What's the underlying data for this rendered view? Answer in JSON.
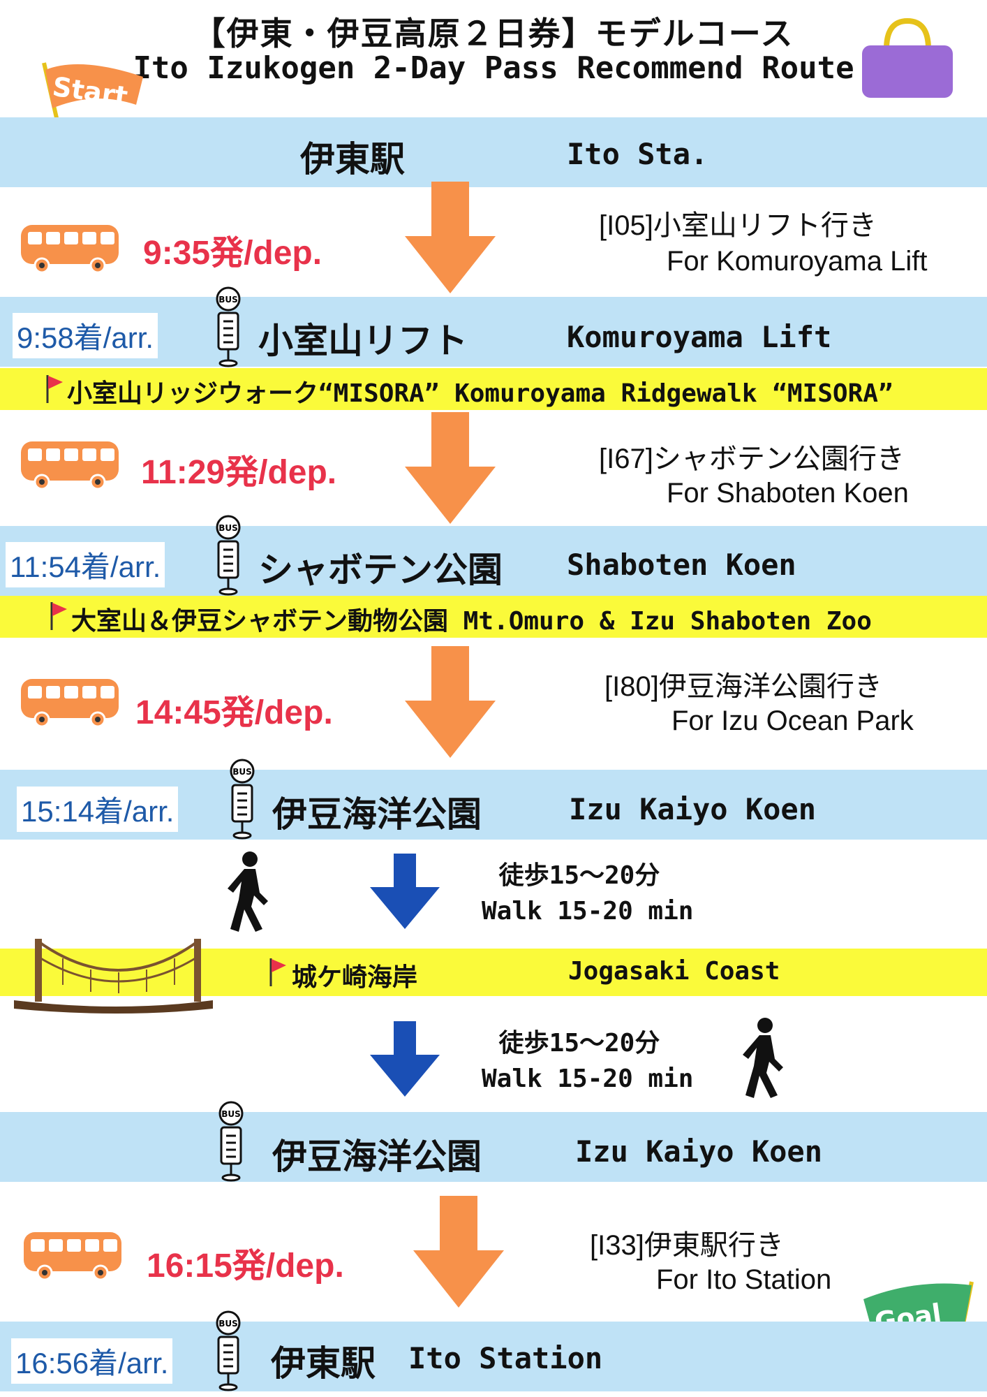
{
  "header": {
    "title_jp": "【伊東・伊豆高原２日券】モデルコース",
    "title_en": "Ito Izukogen 2-Day Pass Recommend Route",
    "start_label": "Start",
    "goal_label": "Goal"
  },
  "colors": {
    "band_blue": "#bfe2f6",
    "band_yellow": "#fafa3a",
    "dep_red": "#e8324a",
    "arr_blue": "#1e5aa8",
    "bus_orange": "#f7914a",
    "arrow_orange": "#f7914a",
    "arrow_blue": "#1a4fb5"
  },
  "route": {
    "stop1": {
      "jp": "伊東駅",
      "en": "Ito Sta."
    },
    "leg1": {
      "dep": "9:35発/dep.",
      "route_no": "[I05]小室山リフト行き",
      "for": "For Komuroyama Lift"
    },
    "stop2": {
      "arr": "9:58着/arr.",
      "jp": "小室山リフト",
      "en": "Komuroyama Lift"
    },
    "spot1": {
      "text": "小室山リッジウォーク“MISORA” Komuroyama Ridgewalk “MISORA”"
    },
    "leg2": {
      "dep": "11:29発/dep.",
      "route_no": "[I67]シャボテン公園行き",
      "for": "For Shaboten Koen"
    },
    "stop3": {
      "arr": "11:54着/arr.",
      "jp": "シャボテン公園",
      "en": "Shaboten Koen"
    },
    "spot2": {
      "text": "大室山＆伊豆シャボテン動物公園 Mt.Omuro & Izu Shaboten Zoo"
    },
    "leg3": {
      "dep": "14:45発/dep.",
      "route_no": "[I80]伊豆海洋公園行き",
      "for": "For Izu Ocean Park"
    },
    "stop4": {
      "arr": "15:14着/arr.",
      "jp": "伊豆海洋公園",
      "en": "Izu Kaiyo Koen"
    },
    "walk1": {
      "jp": "徒歩15～20分",
      "en": "Walk 15-20 min"
    },
    "spot3": {
      "jp": "城ケ崎海岸",
      "en": "Jogasaki Coast"
    },
    "walk2": {
      "jp": "徒歩15～20分",
      "en": "Walk 15-20 min"
    },
    "stop5": {
      "jp": "伊豆海洋公園",
      "en": "Izu Kaiyo Koen"
    },
    "leg4": {
      "dep": "16:15発/dep.",
      "route_no": "[I33]伊東駅行き",
      "for": "For Ito Station"
    },
    "stop6": {
      "arr": "16:56着/arr.",
      "jp": "伊東駅",
      "en": "Ito Station"
    }
  },
  "icons": {
    "bus_stop_sign": "BUS"
  }
}
